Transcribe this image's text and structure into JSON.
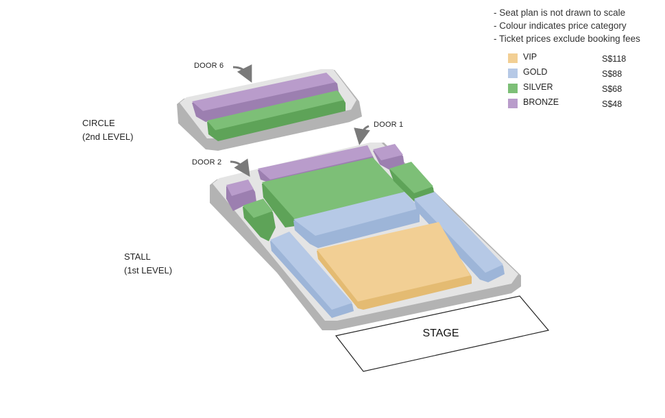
{
  "notes": [
    "- Seat plan is not drawn to scale",
    "- Colour indicates price category",
    "- Ticket prices exclude booking fees"
  ],
  "legend": [
    {
      "category": "VIP",
      "price": "S$118",
      "color": "#f2cf94"
    },
    {
      "category": "GOLD",
      "price": "S$88",
      "color": "#b6c9e6"
    },
    {
      "category": "SILVER",
      "price": "S$68",
      "color": "#7dbf77"
    },
    {
      "category": "BRONZE",
      "price": "S$48",
      "color": "#b99ccb"
    }
  ],
  "levels": {
    "circle": {
      "name": "CIRCLE",
      "sub": "(2nd LEVEL)"
    },
    "stall": {
      "name": "STALL",
      "sub": "(1st LEVEL)"
    }
  },
  "doors": {
    "door6": "DOOR 6",
    "door1": "DOOR 1",
    "door2": "DOOR 2"
  },
  "stage": "STAGE",
  "colors": {
    "platform_top": "#e3e3e3",
    "platform_side": "#b3b3b3",
    "arrow": "#7a7a7a"
  }
}
